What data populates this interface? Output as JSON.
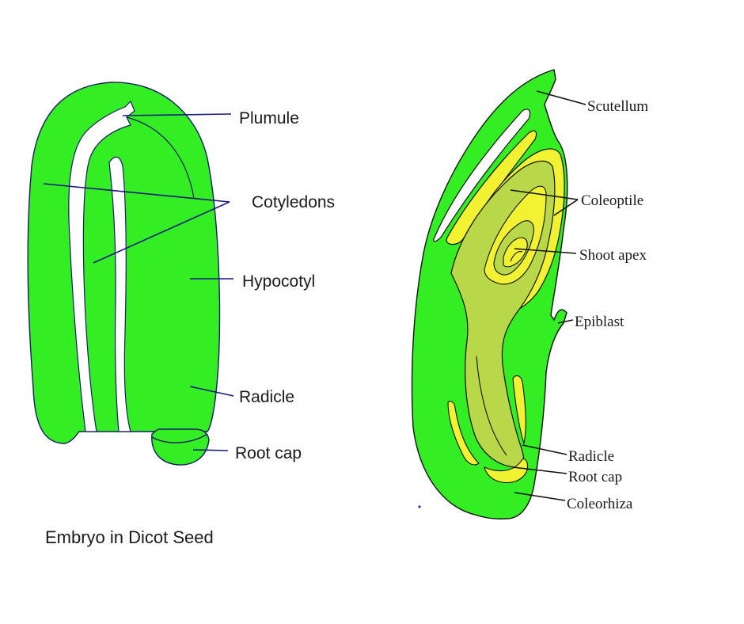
{
  "colors": {
    "green": "#33ee22",
    "outline_dicot": "#1a1a66",
    "olive": "#b8d84a",
    "yellow": "#f2f233",
    "leader_dicot": "#1a1a80",
    "leader_monocot": "#111111"
  },
  "dicot": {
    "labels": {
      "plumule": "Plumule",
      "cotyledons": "Cotyledons",
      "hypocotyl": "Hypocotyl",
      "radicle": "Radicle",
      "root_cap": "Root cap"
    },
    "caption": "Embryo in Dicot Seed"
  },
  "monocot": {
    "labels": {
      "scutellum": "Scutellum",
      "coleoptile": "Coleoptile",
      "shoot_apex": "Shoot apex",
      "epiblast": "Epiblast",
      "radicle": "Radicle",
      "root_cap": "Root cap",
      "coleorhiza": "Coleorhiza"
    }
  }
}
